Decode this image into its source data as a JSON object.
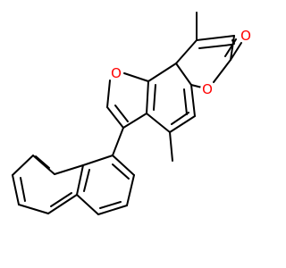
{
  "colors": {
    "background": "#ffffff",
    "bond": "#000000",
    "oxygen": "#ff0000"
  },
  "atom_labels": {
    "furan_oxygen": "O",
    "ring_oxygen": "O",
    "carbonyl_oxygen": "O"
  }
}
